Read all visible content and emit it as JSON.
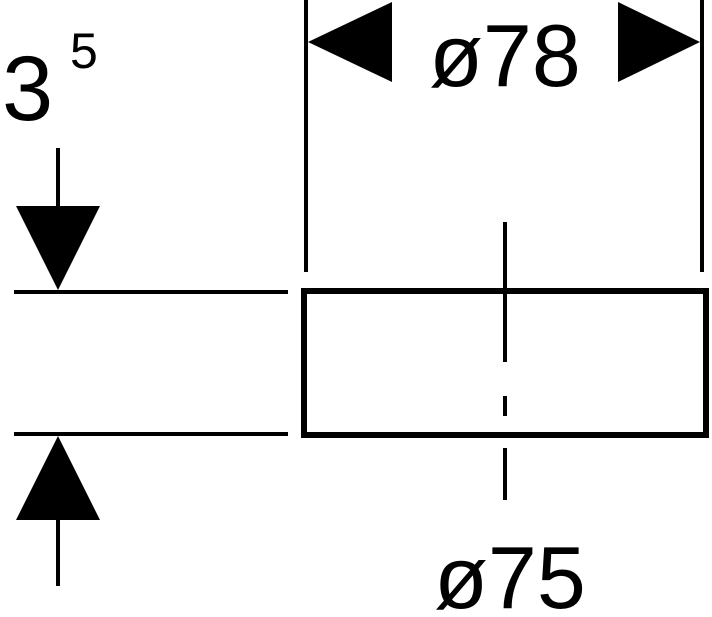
{
  "diagram": {
    "height_dimension": {
      "base": "3",
      "superscript": "5"
    },
    "top_diameter_label": "ø78",
    "bottom_diameter_label": "ø75"
  },
  "colors": {
    "line": "#000000",
    "background": "#ffffff"
  }
}
